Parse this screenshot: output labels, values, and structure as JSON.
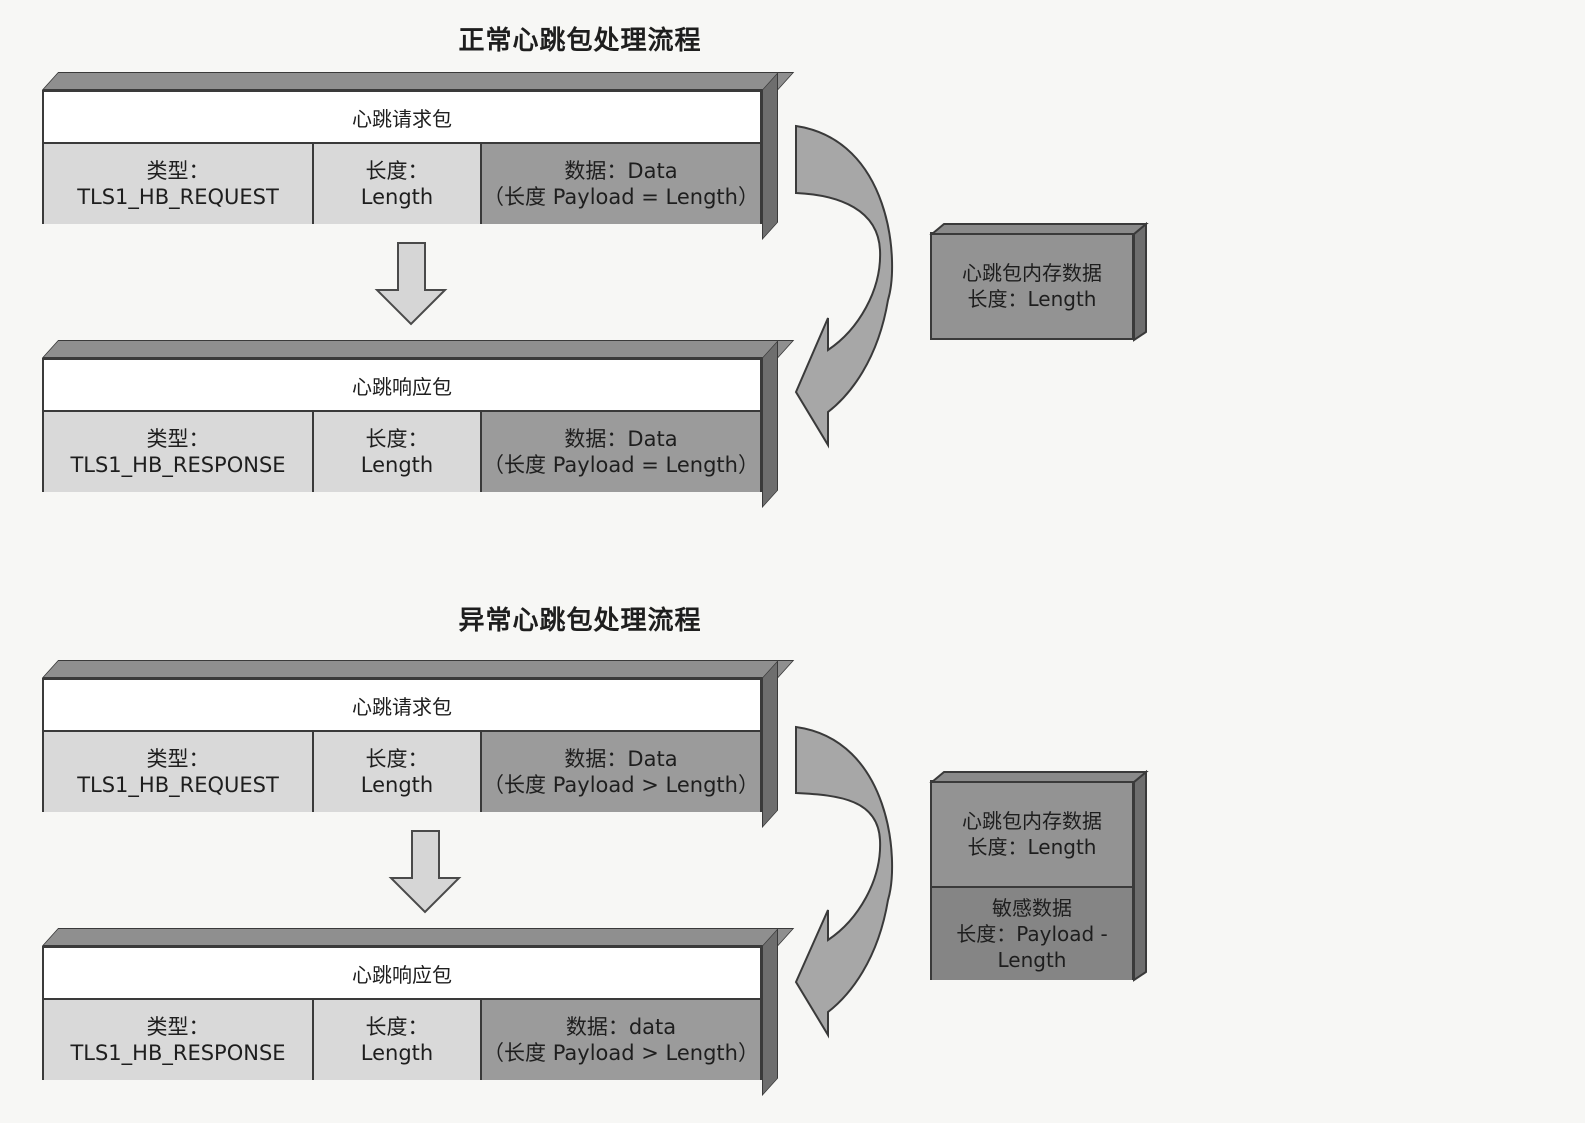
{
  "normal": {
    "title": "正常心跳包处理流程",
    "request": {
      "header": "心跳请求包",
      "type_label": "类型：",
      "type_value": "TLS1_HB_REQUEST",
      "length_label": "长度：",
      "length_value": "Length",
      "data_label": "数据：Data",
      "data_value": "（长度 Payload = Length）"
    },
    "response": {
      "header": "心跳响应包",
      "type_label": "类型：",
      "type_value": "TLS1_HB_RESPONSE",
      "length_label": "长度：",
      "length_value": "Length",
      "data_label": "数据：Data",
      "data_value": "（长度 Payload = Length）"
    },
    "memory": {
      "line1": "心跳包内存数据",
      "line2": "长度：Length"
    }
  },
  "abnormal": {
    "title": "异常心跳包处理流程",
    "request": {
      "header": "心跳请求包",
      "type_label": "类型：",
      "type_value": "TLS1_HB_REQUEST",
      "length_label": "长度：",
      "length_value": "Length",
      "data_label": "数据：Data",
      "data_value": "（长度 Payload > Length）"
    },
    "response": {
      "header": "心跳响应包",
      "type_label": "类型：",
      "type_value": "TLS1_HB_RESPONSE",
      "length_label": "长度：",
      "length_value": "Length",
      "data_label": "数据：data",
      "data_value": "（长度 Payload > Length）"
    },
    "memory": {
      "line1": "心跳包内存数据",
      "line2": "长度：Length",
      "sensitive_line1": "敏感数据",
      "sensitive_line2": "长度：Payload -",
      "sensitive_line3": "Length"
    }
  }
}
